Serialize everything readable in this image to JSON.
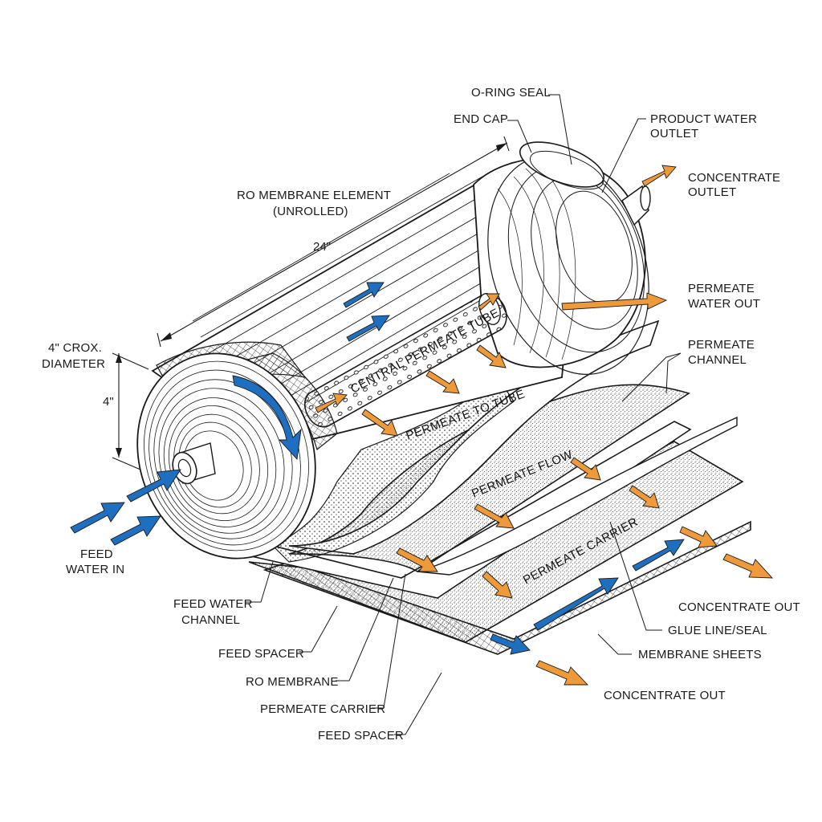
{
  "labels": {
    "oring_seal": "O-RING SEAL",
    "end_cap": "END CAP",
    "product_water_outlet": [
      "PRODUCT WATER",
      "OUTLET"
    ],
    "concentrate_outlet": [
      "CONCENTRATE",
      "OUTLET"
    ],
    "ro_membrane_element": [
      "RO MEMBRANE ELEMENT",
      "(UNROLLED)"
    ],
    "length_dim": "24\"",
    "diameter_label": [
      "4\" CROX.",
      "DIAMETER"
    ],
    "diameter_dim": "4\"",
    "permeate_water_out": [
      "PERMEATE",
      "WATER OUT"
    ],
    "permeate_channel": [
      "PERMEATE",
      "CHANNEL"
    ],
    "central_permeate_tube": "CENTRAL PERMEATE TUBE",
    "permeate_to_tube": "PERMEATE TO TUBE",
    "permeate_flow": "PERMEATE FLOW",
    "permeate_carrier_inline": "PERMEATE CARRIER",
    "feed_water_in": [
      "FEED",
      "WATER IN"
    ],
    "feed_water_channel": [
      "FEED WATER",
      "CHANNEL"
    ],
    "feed_spacer_1": "FEED SPACER",
    "ro_membrane": "RO MEMBRANE",
    "permeate_carrier": "PERMEATE CARRIER",
    "feed_spacer_2": "FEED SPACER",
    "concentrate_out_1": "CONCENTRATE OUT",
    "glue_line_seal": "GLUE LINE/SEAL",
    "membrane_sheets": "MEMBRANE SHEETS",
    "concentrate_out_2": "CONCENTRATE OUT"
  },
  "colors": {
    "ink": "#1a1a1a",
    "feed_arrow": "#1f6fc0",
    "permeate_arrow": "#ee9a3a",
    "paper": "#ffffff"
  },
  "icons": {
    "feed_flow": "blue-arrow-icon",
    "permeate_flow": "orange-arrow-icon"
  }
}
